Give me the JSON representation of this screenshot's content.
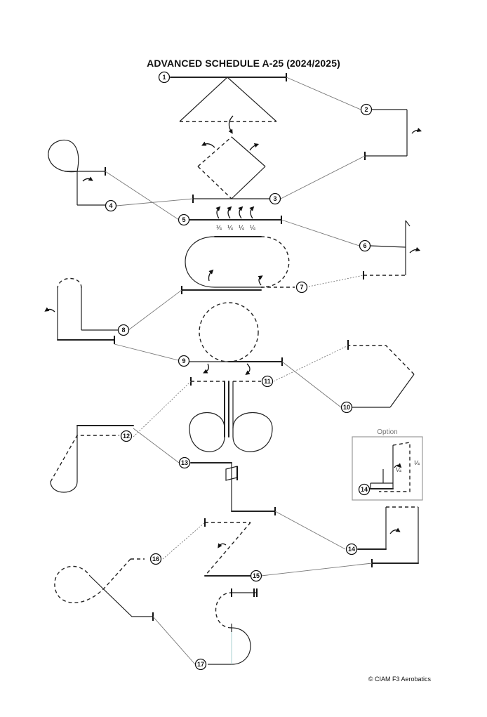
{
  "title": "ADVANCED SCHEDULE A-25 (2024/2025)",
  "copyright": "©  CIAM F3 Aerobatics",
  "option_label": "Option",
  "quarter_label": "¼",
  "markers": [
    "1",
    "2",
    "3",
    "4",
    "5",
    "6",
    "7",
    "8",
    "9",
    "10",
    "11",
    "12",
    "13",
    "14",
    "15",
    "16",
    "17"
  ],
  "option_marker": "14"
}
